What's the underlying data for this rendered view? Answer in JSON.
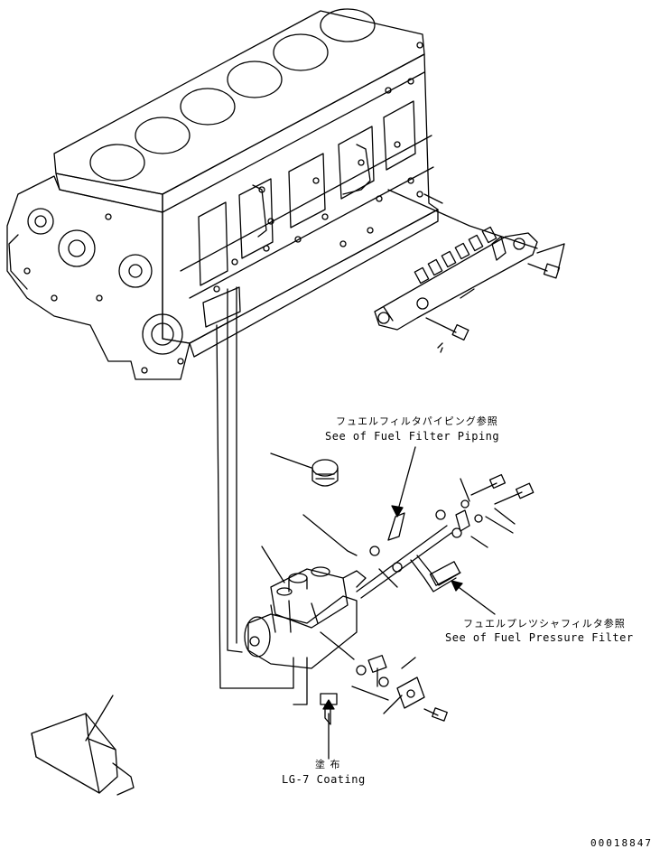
{
  "callouts": {
    "fuel_filter_piping_jp": "フュエルフィルタパイピング参照",
    "fuel_filter_piping_en": "See of Fuel Filter Piping",
    "fuel_pressure_filter_jp": "フュエルプレツシャフィルタ参照",
    "fuel_pressure_filter_en": "See of Fuel Pressure Filter",
    "coating_jp": "塗 布",
    "coating_en": "LG-7 Coating"
  },
  "drawing_number": "00018847",
  "colors": {
    "line": "#000000",
    "background": "#ffffff"
  }
}
